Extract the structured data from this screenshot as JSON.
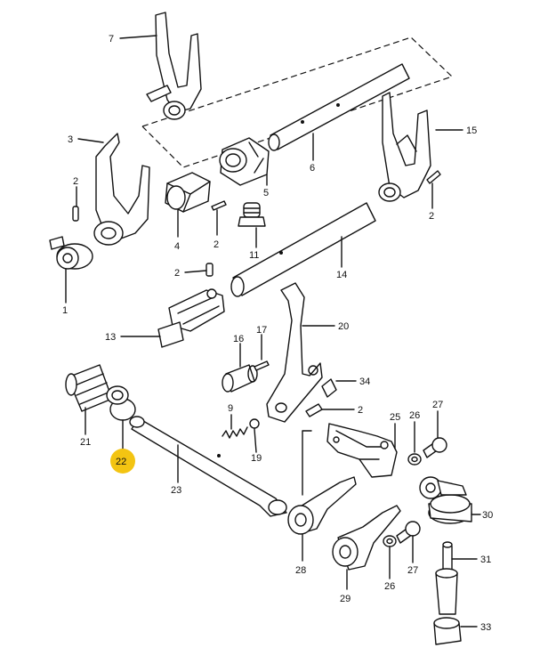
{
  "labels": {
    "l7": "7",
    "l3": "3",
    "l15": "15",
    "l6": "6",
    "l5": "5",
    "l2a": "2",
    "l2b": "2",
    "l2c": "2",
    "l2d": "2",
    "l2e": "2",
    "l4": "4",
    "l11": "11",
    "l1": "1",
    "l14": "14",
    "l13": "13",
    "l20": "20",
    "l16": "16",
    "l17": "17",
    "l34": "34",
    "l9": "9",
    "l19": "19",
    "l21": "21",
    "l22": "22",
    "l23": "23",
    "l25": "25",
    "l26a": "26",
    "l27a": "27",
    "l30": "30",
    "l28": "28",
    "l29": "29",
    "l26b": "26",
    "l27b": "27",
    "l31": "31",
    "l33": "33"
  },
  "highlight": {
    "part": "22",
    "color": "#f3c412"
  }
}
